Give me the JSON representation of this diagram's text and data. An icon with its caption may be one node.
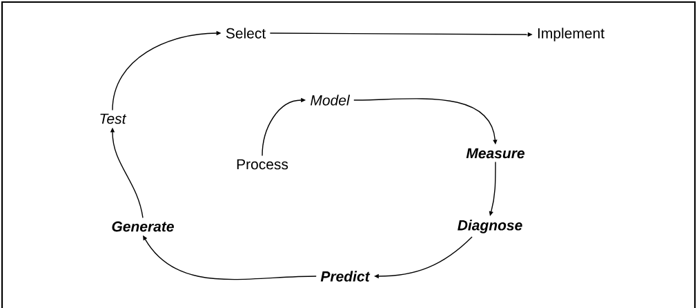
{
  "diagram": {
    "nodes": [
      {
        "text": [
          "Select"
        ]
      },
      {
        "text": [
          "Implement"
        ]
      },
      {
        "text": [
          "Model"
        ]
      },
      {
        "text": [
          "Test"
        ]
      },
      {
        "text": [
          "Process"
        ]
      },
      {
        "text": [
          "Measure"
        ]
      },
      {
        "text": [
          "Generate"
        ]
      },
      {
        "text": [
          "Diagnose"
        ]
      },
      {
        "text": [
          "Predict"
        ]
      }
    ],
    "edges": [
      {
        "from": 3,
        "to": 0,
        "arrow": "to"
      },
      {
        "from": 0,
        "to": 1,
        "arrow": "to"
      },
      {
        "from": 4,
        "to": 2,
        "arrow": "to"
      },
      {
        "from": 2,
        "to": 5,
        "arrow": "to"
      },
      {
        "from": 6,
        "to": 3,
        "arrow": "to"
      },
      {
        "from": 5,
        "to": 7,
        "arrow": "to"
      },
      {
        "from": 7,
        "to": 8,
        "arrow": "to"
      },
      {
        "from": 8,
        "to": 6,
        "arrow": "to"
      }
    ]
  }
}
